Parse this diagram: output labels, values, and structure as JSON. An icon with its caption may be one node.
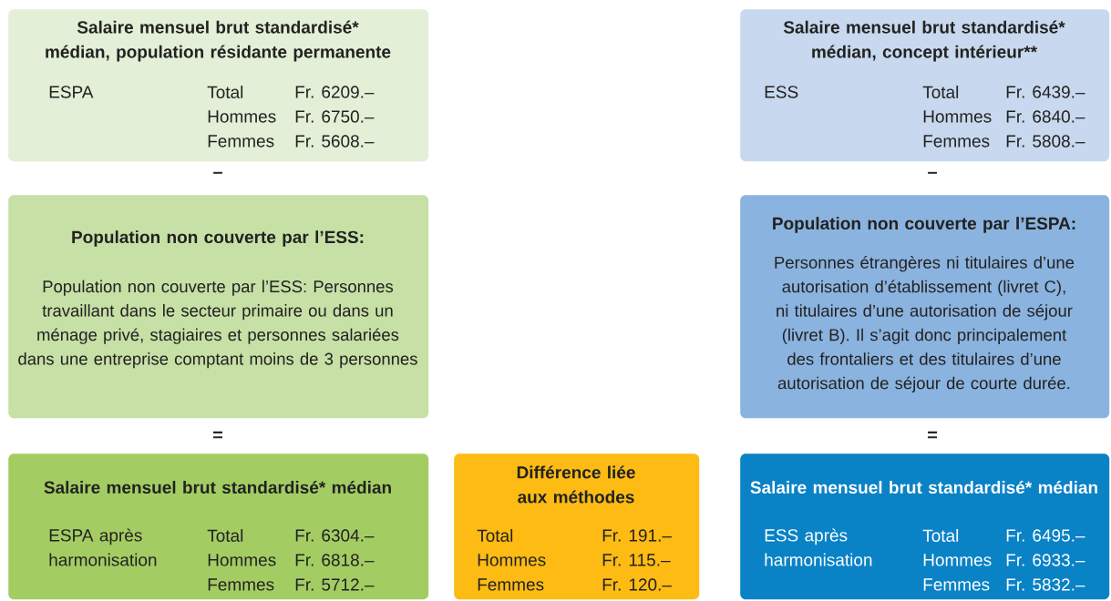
{
  "diagram": {
    "nodes": [
      {
        "text": [
          "Salaire mensuel brut standardisé* médian, population résidante permanente",
          "ESPA",
          "Total",
          "Fr. 6209.–",
          "Hommes",
          "Fr. 6750.–",
          "Femmes",
          "Fr. 5608.–"
        ]
      },
      {
        "text": [
          "Salaire mensuel brut standardisé* médian, concept intérieur**",
          "ESS",
          "Total",
          "Fr. 6439.–",
          "Hommes",
          "Fr. 6840.–",
          "Femmes",
          "Fr. 5808.–"
        ]
      },
      {
        "text": [
          "Population non couverte par l’ESS:",
          "Population non couverte par l’ESS: Personnes travaillant dans le secteur primaire ou dans un ménage privé, stagiaires et personnes salariées dans une entreprise comptant moins de 3 personnes"
        ]
      },
      {
        "text": [
          "Population non couverte par l’ESPA:",
          "Personnes étrangères ni titulaires d’une autorisation d’établissement (livret C), ni titulaires d’une autorisation de séjour (livret B). Il s’agit donc principalement des frontaliers et des titulaires d’une autorisation de séjour de courte durée."
        ]
      },
      {
        "text": [
          "Salaire mensuel brut standardisé* médian",
          "ESPA après harmonisation",
          "Total",
          "Fr. 6304.–",
          "Hommes",
          "Fr. 6818.–",
          "Femmes",
          "Fr. 5712.–"
        ]
      },
      {
        "text": [
          "Différence liée aux méthodes",
          "Total",
          "Fr. 191.–",
          "Hommes",
          "Fr. 115.–",
          "Femmes",
          "Fr. 120.–"
        ]
      },
      {
        "text": [
          "Salaire mensuel brut standardisé* médian",
          "ESS après harmonisation",
          "Total",
          "Fr. 6495.–",
          "Hommes",
          "Fr. 6933.–",
          "Femmes",
          "Fr. 5832.–"
        ]
      }
    ],
    "edges": [],
    "labels": [
      "–",
      "–",
      "=",
      "="
    ]
  }
}
